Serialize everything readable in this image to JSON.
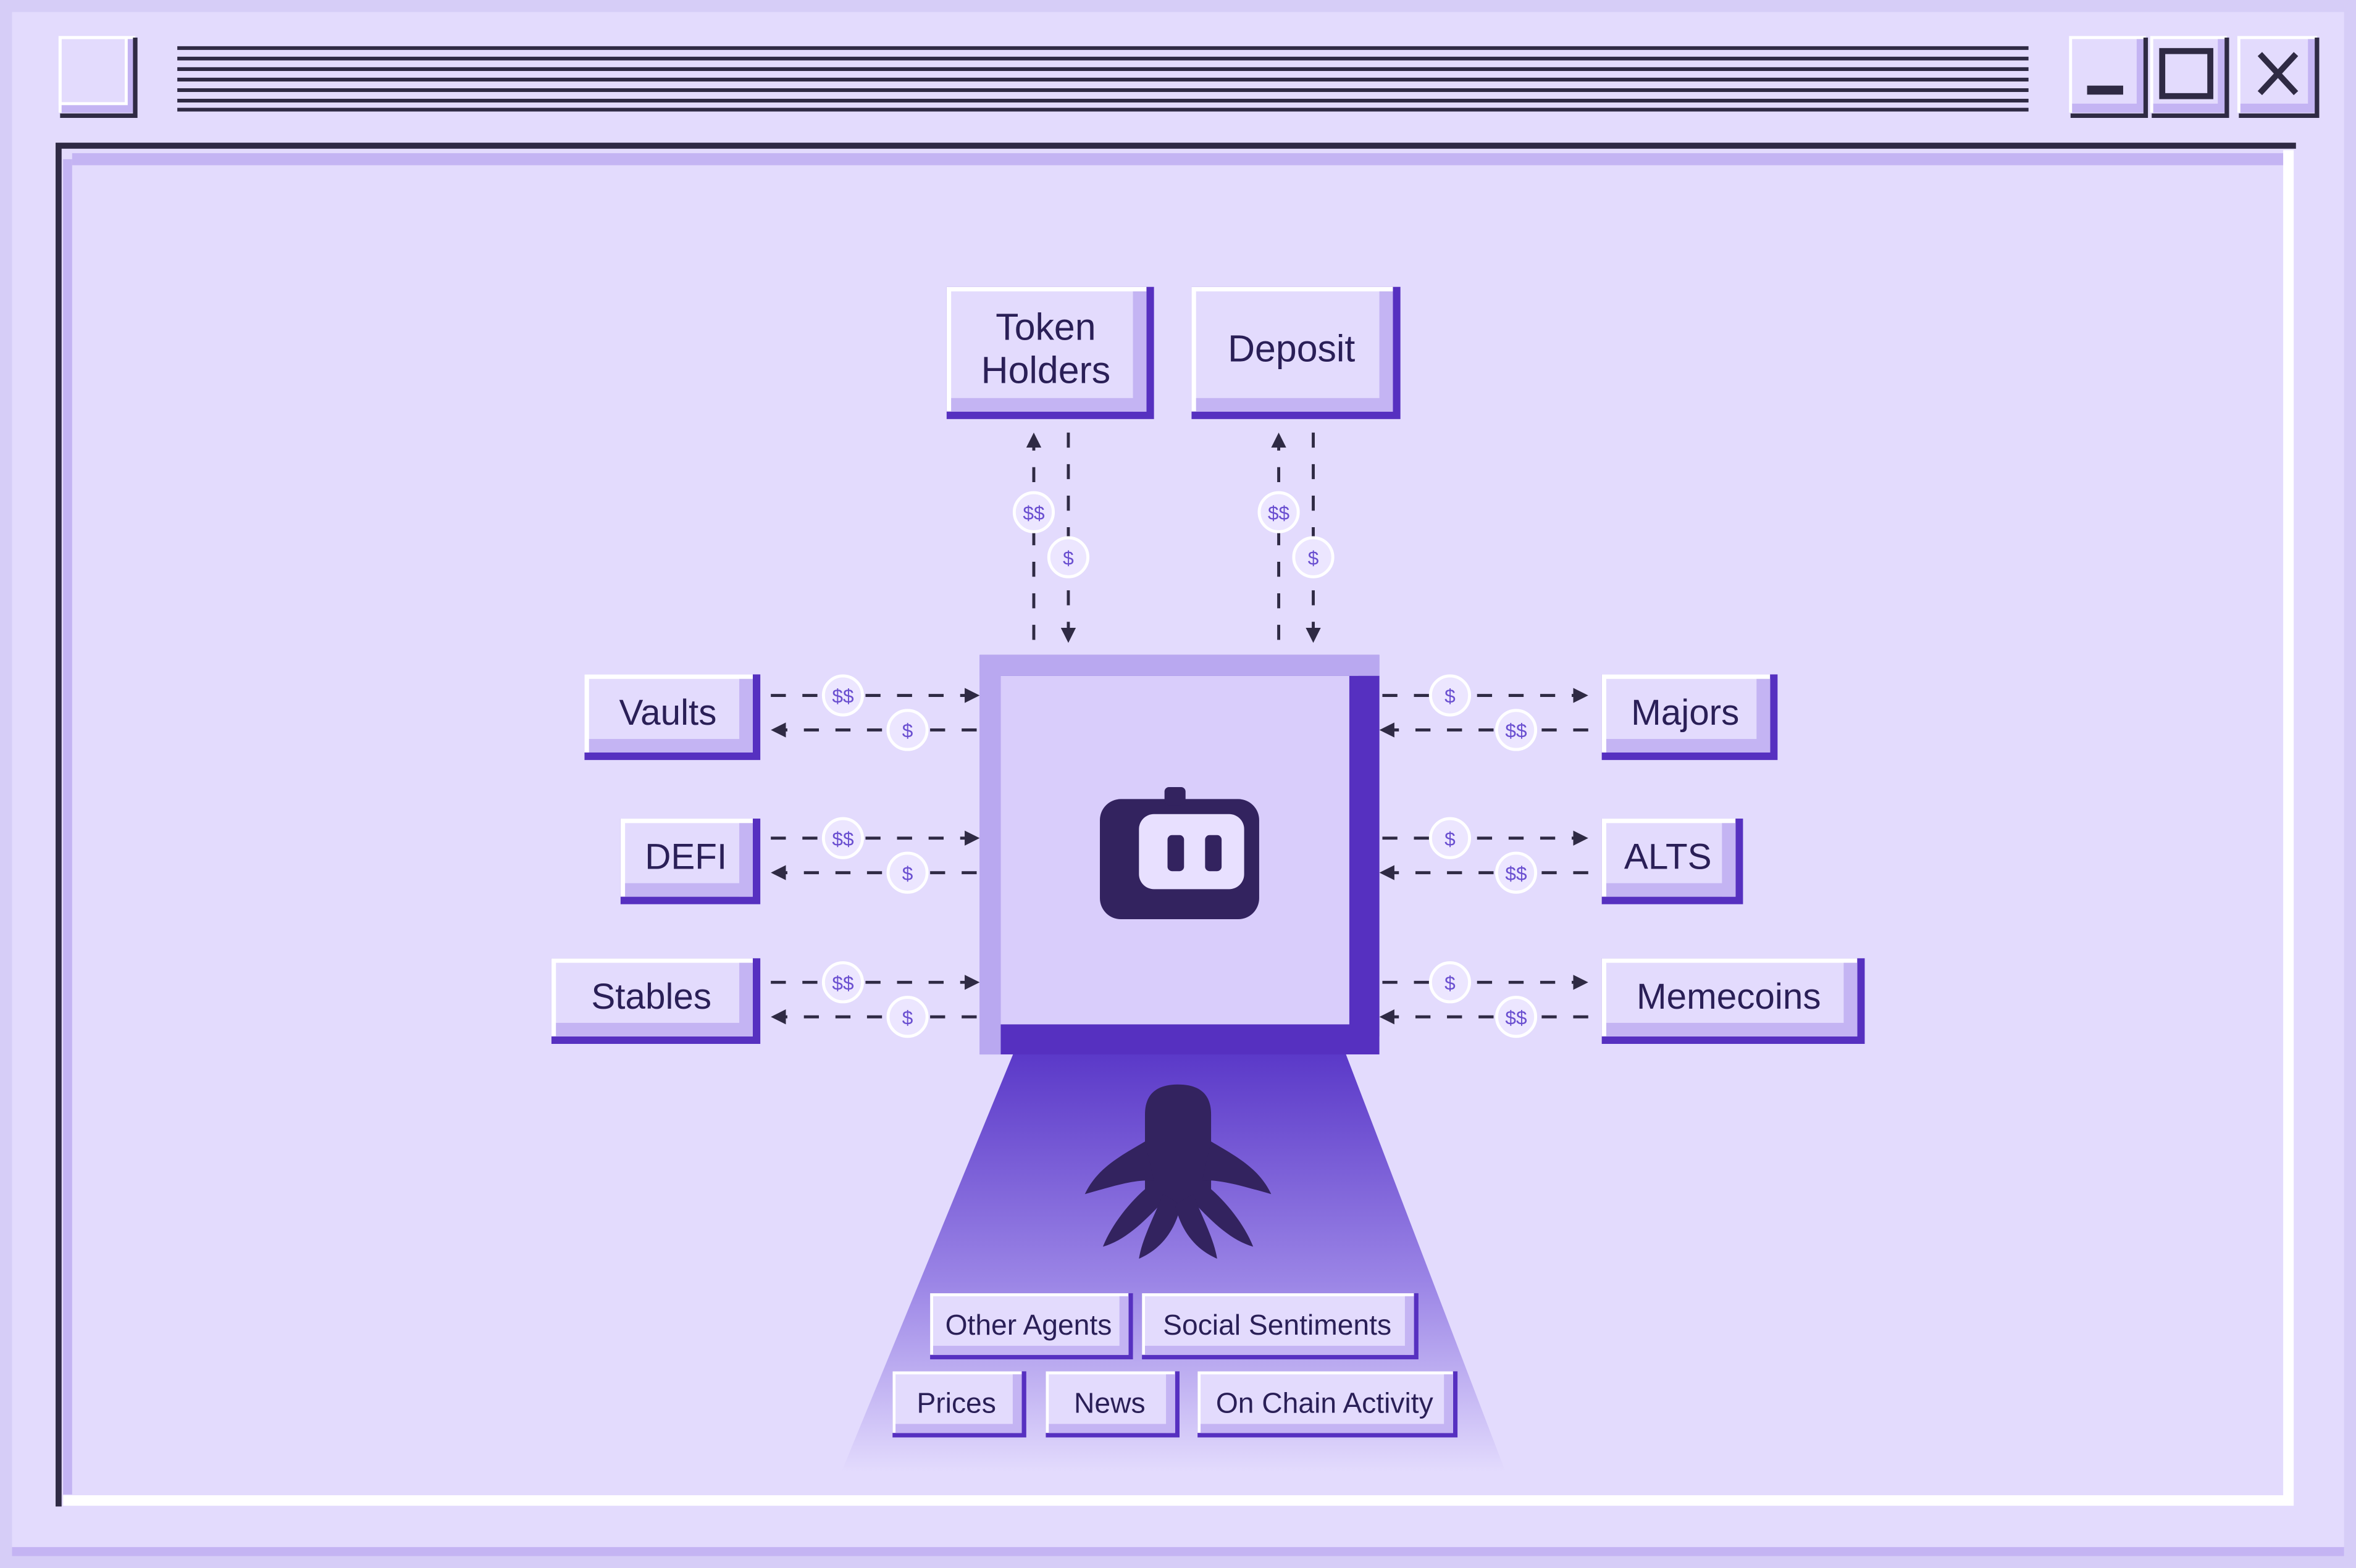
{
  "colors": {
    "background": "#e3dbfd",
    "frame_light": "#d6cdf7",
    "accent": "#c4b4f3",
    "dark": "#2f2a44",
    "purple": "#5630c0",
    "node_text": "#2a1f57",
    "coin_text": "#6a4fd0"
  },
  "titlebar": {
    "icons": [
      "window-corner-icon",
      "minimize-icon",
      "maximize-icon",
      "close-icon"
    ]
  },
  "top_nodes": [
    {
      "id": "token-holders",
      "lines": [
        "Token",
        "Holders"
      ],
      "up_coin": "$$",
      "down_coin": "$"
    },
    {
      "id": "deposit",
      "lines": [
        "Deposit"
      ],
      "up_coin": "$$",
      "down_coin": "$"
    }
  ],
  "left_nodes": [
    {
      "id": "vaults",
      "label": "Vaults",
      "out_coin": "$$",
      "in_coin": "$"
    },
    {
      "id": "defi",
      "label": "DEFI",
      "out_coin": "$$",
      "in_coin": "$"
    },
    {
      "id": "stables",
      "label": "Stables",
      "out_coin": "$$",
      "in_coin": "$"
    }
  ],
  "right_nodes": [
    {
      "id": "majors",
      "label": "Majors",
      "out_coin": "$",
      "in_coin": "$$"
    },
    {
      "id": "alts",
      "label": "ALTS",
      "out_coin": "$",
      "in_coin": "$$"
    },
    {
      "id": "memecoins",
      "label": "Memecoins",
      "out_coin": "$",
      "in_coin": "$$"
    }
  ],
  "center": {
    "icon": "robot-face-icon"
  },
  "inputs": {
    "icon": "hand-icon",
    "row1": [
      "Other Agents",
      "Social Sentiments"
    ],
    "row2": [
      "Prices",
      "News",
      "On Chain Activity"
    ]
  }
}
